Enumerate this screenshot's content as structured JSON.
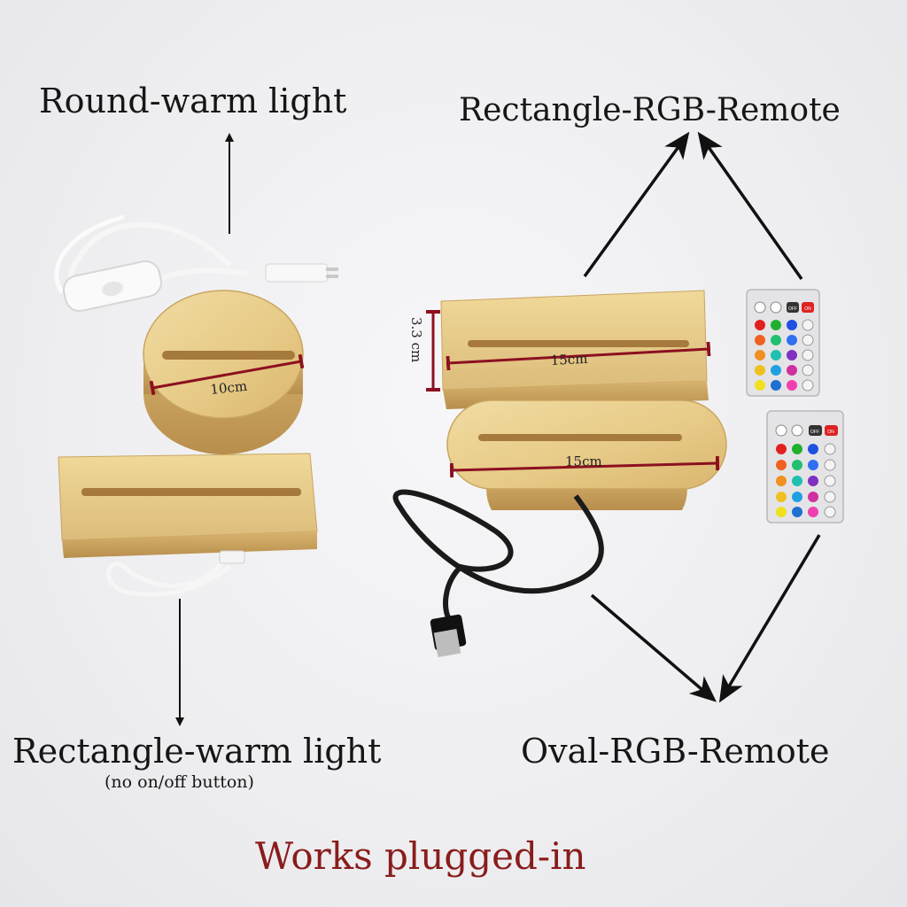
{
  "labels": {
    "round_warm": "Round-warm light",
    "rectangle_rgb": "Rectangle-RGB-Remote",
    "rectangle_warm": "Rectangle-warm light",
    "rectangle_warm_note": "(no on/off button)",
    "oval_rgb": "Oval-RGB-Remote",
    "footer": "Works plugged-in"
  },
  "dimensions": {
    "round_width": "10cm",
    "rect_height": "3.3 cm",
    "rect_width": "15cm",
    "oval_width": "15cm"
  },
  "remote_buttons": {
    "off": "OFF",
    "on": "ON"
  },
  "colors": {
    "wood": "#e9cf8f",
    "wood_dark": "#cfa964",
    "dimension_line": "#8c1020",
    "footer_text": "#8a1c1c",
    "remote_body": "#e4e4e6"
  }
}
